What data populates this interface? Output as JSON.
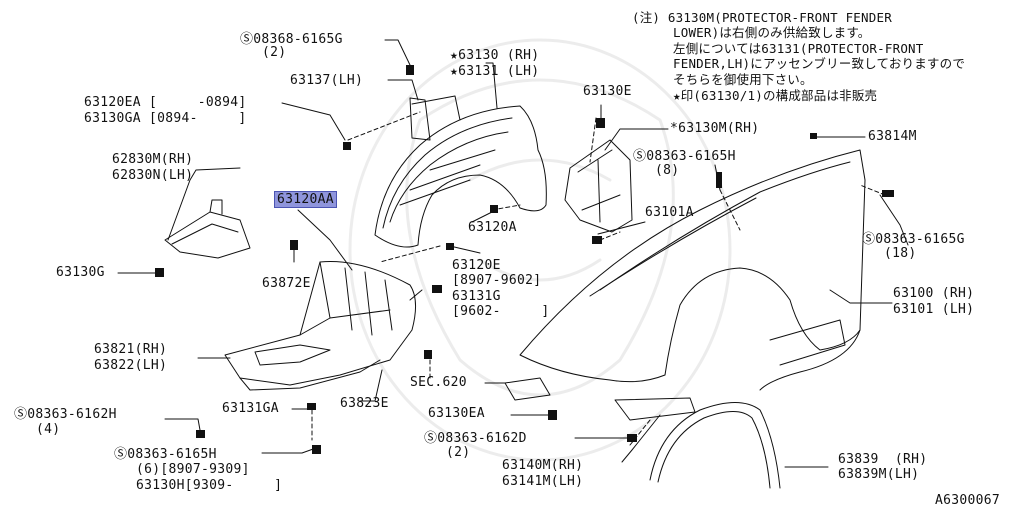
{
  "note": {
    "lines": [
      "(注) 63130M(PROTECTOR-FRONT FENDER",
      "LOWER)は右側のみ供給致します。",
      "左側については63131(PROTECTOR-FRONT",
      "FENDER,LH)にアッセンブリー致しておりますので",
      "そちらを御使用下さい。",
      "★印(63130/1)の構成部品は非販売"
    ]
  },
  "labels": {
    "s08368_6165g": "Ⓢ08368-6165G",
    "s08368_qty": "(2)",
    "p63137": "63137(LH)",
    "p63130rh": "★63130 (RH)",
    "p63131lh": "★63131 (LH)",
    "p63120ea": "63120EA [     -0894]",
    "p63130ga": "63130GA [0894-     ]",
    "p63130e": "63130E",
    "p63130m": "*63130M(RH)",
    "p63814m": "63814M",
    "s08363_6165h_a": "Ⓢ08363-6165H",
    "s08363_6165h_a_qty": "(8)",
    "p62830m": "62830M(RH)",
    "p62830n": "62830N(LH)",
    "p63120aa": "63120AA",
    "p63120a": "63120A",
    "p63101a": "63101A",
    "s08363_6165g": "Ⓢ08363-6165G",
    "s08363_6165g_qty": "(18)",
    "p63130g": "63130G",
    "p63872e": "63872E",
    "p63120e": "63120E",
    "p63120e_range": "[8907-9602]",
    "p63131g": "63131G",
    "p63131g_range": "[9602-     ]",
    "p63100": "63100 (RH)",
    "p63101": "63101 (LH)",
    "p63821": "63821(RH)",
    "p63822": "63822(LH)",
    "sec620": "SEC.620",
    "s08363_6162h": "Ⓢ08363-6162H",
    "s08363_6162h_qty": "(4)",
    "p63131ga": "63131GA",
    "p63823e": "63823E",
    "p63130ea": "63130EA",
    "s08363_6165h_b": "Ⓢ08363-6165H",
    "s08363_6165h_b_qty": "(6)[8907-9309]",
    "p63130h": "63130H[9309-     ]",
    "s08363_6162d": "Ⓢ08363-6162D",
    "s08363_6162d_qty": "(2)",
    "p63140m": "63140M(RH)",
    "p63141m": "63141M(LH)",
    "p63839": "63839  (RH)",
    "p63839m": "63839M(LH)",
    "figure_id": "A6300067"
  },
  "colors": {
    "ink": "#111111",
    "highlight": "#8f95dc",
    "highlight_border": "#4b54b3"
  }
}
